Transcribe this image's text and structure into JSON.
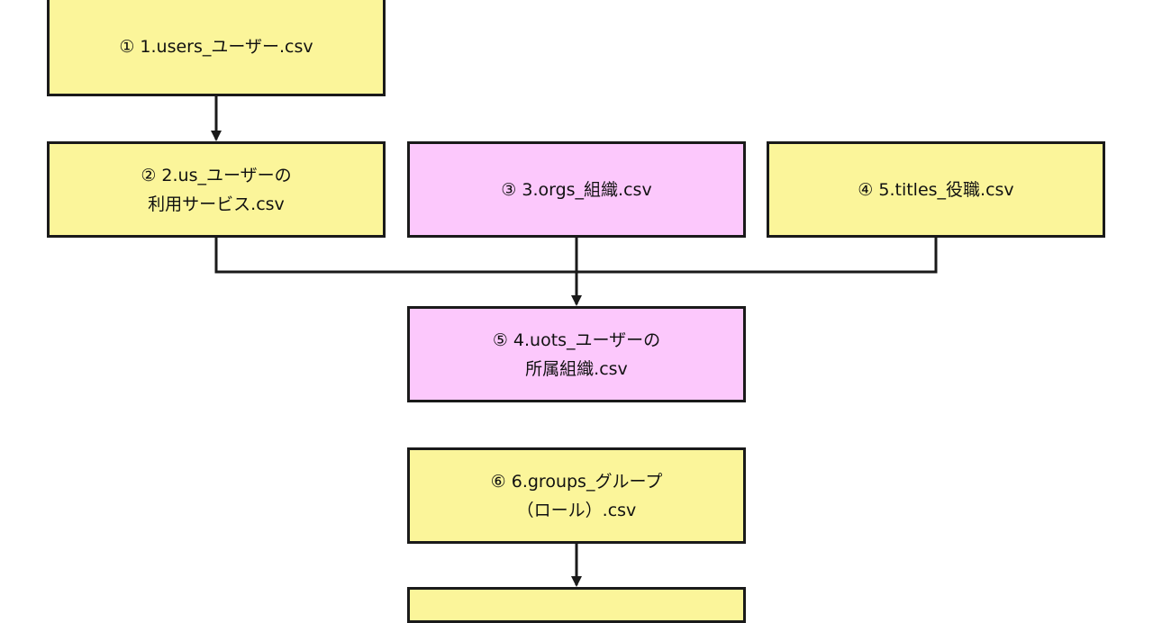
{
  "colors": {
    "yellow": "#fbf59a",
    "pink": "#fcc8fc",
    "line": "#1a1a1a"
  },
  "nodes": [
    {
      "id": "n1",
      "color": "yellow",
      "lines": [
        "① 1.users_ユーザー.csv"
      ]
    },
    {
      "id": "n2",
      "color": "yellow",
      "lines": [
        "② 2.us_ユーザーの",
        "利用サービス.csv"
      ]
    },
    {
      "id": "n3",
      "color": "pink",
      "lines": [
        "③ 3.orgs_組織.csv"
      ]
    },
    {
      "id": "n4",
      "color": "yellow",
      "lines": [
        "④ 5.titles_役職.csv"
      ]
    },
    {
      "id": "n5",
      "color": "pink",
      "lines": [
        "⑤ 4.uots_ユーザーの",
        "所属組織.csv"
      ]
    },
    {
      "id": "n6",
      "color": "yellow",
      "lines": [
        "⑥ 6.groups_グループ",
        "（ロール）.csv"
      ]
    },
    {
      "id": "n7",
      "color": "yellow",
      "lines": []
    }
  ],
  "edges": [
    {
      "from": "n1",
      "to": "n2"
    },
    {
      "from": "n2",
      "to": "n5"
    },
    {
      "from": "n3",
      "to": "n5"
    },
    {
      "from": "n4",
      "to": "n5"
    },
    {
      "from": "n6",
      "to": "n7"
    }
  ]
}
